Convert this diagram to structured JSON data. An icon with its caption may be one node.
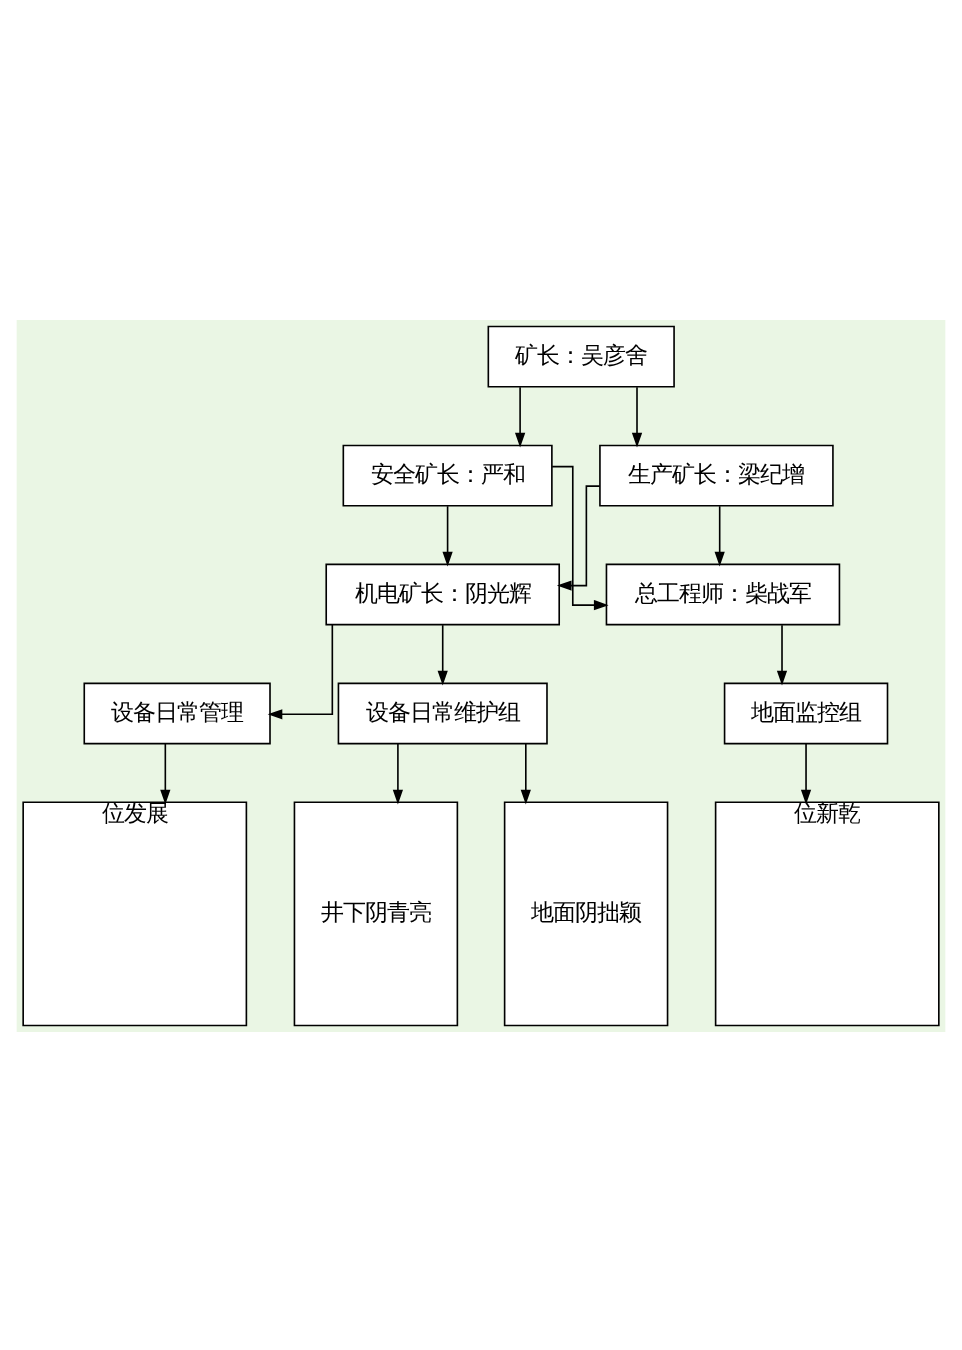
{
  "diagram": {
    "nodes": [
      {
        "text": [
          "矿长：吴彦舍"
        ]
      },
      {
        "text": [
          "安全矿长：严和"
        ]
      },
      {
        "text": [
          "生产矿长：梁纪增"
        ]
      },
      {
        "text": [
          "机电矿长：阴光辉"
        ]
      },
      {
        "text": [
          "总工程师：柴战军"
        ]
      },
      {
        "text": [
          "设备日常维护组"
        ]
      },
      {
        "text": [
          "设备日常管理"
        ]
      },
      {
        "text": [
          "地面监控组"
        ]
      },
      {
        "text": [
          "地面阴拙颖"
        ]
      },
      {
        "text": [
          "井下阴青亮"
        ]
      },
      {
        "text": [
          "位发展"
        ]
      },
      {
        "text": [
          "位新乾"
        ]
      }
    ],
    "edges": [
      {
        "from": 0,
        "to": 1,
        "arrow": "to"
      },
      {
        "from": 0,
        "to": 2,
        "arrow": "to"
      },
      {
        "from": 1,
        "to": 3,
        "arrow": "to"
      },
      {
        "from": 1,
        "to": 4,
        "arrow": "to"
      },
      {
        "from": 2,
        "to": 3,
        "arrow": "to"
      },
      {
        "from": 2,
        "to": 4,
        "arrow": "to"
      },
      {
        "from": 3,
        "to": 5,
        "arrow": "to"
      },
      {
        "from": 3,
        "to": 6,
        "arrow": "to"
      },
      {
        "from": 4,
        "to": 7,
        "arrow": "to"
      },
      {
        "from": 5,
        "to": 8,
        "arrow": "to"
      },
      {
        "from": 5,
        "to": 9,
        "arrow": "to"
      },
      {
        "from": 6,
        "to": 10,
        "arrow": "to"
      },
      {
        "from": 7,
        "to": 11,
        "arrow": "to"
      }
    ]
  }
}
